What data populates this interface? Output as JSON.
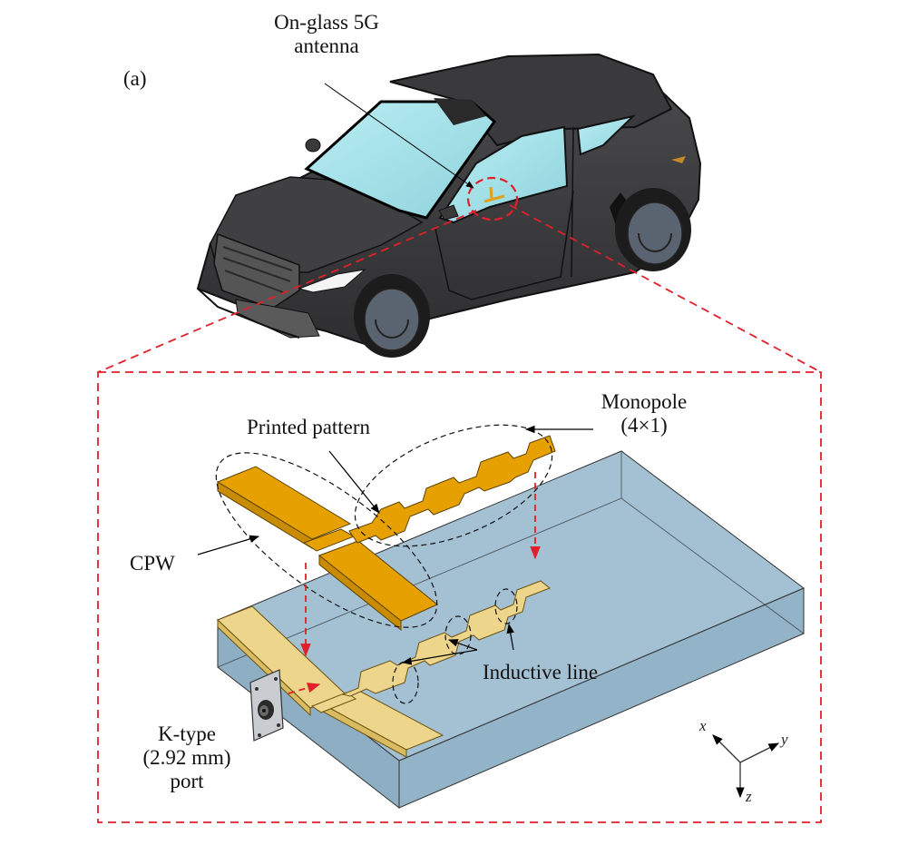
{
  "figure": {
    "panel_label": "(a)",
    "labels": {
      "antenna_line1": "On-glass 5G",
      "antenna_line2": "antenna",
      "printed_pattern": "Printed pattern",
      "monopole_line1": "Monopole",
      "monopole_line2": "(4×1)",
      "cpw": "CPW",
      "inductive_line": "Inductive line",
      "port_line1": "K-type",
      "port_line2": "(2.92 mm)",
      "port_line3": "port"
    },
    "axes": {
      "x": "x",
      "y": "y",
      "z": "z"
    },
    "colors": {
      "callout_dash": "#E0202A",
      "car_body": "#3c3c3e",
      "glass": "#a8e4ec",
      "substrate": "#93b4c8",
      "pattern_exploded": "#E6A100",
      "pattern_printed": "#EED58C"
    },
    "icons": [
      "car-illustration",
      "sma-connector-icon",
      "coordinate-axes-icon"
    ]
  }
}
